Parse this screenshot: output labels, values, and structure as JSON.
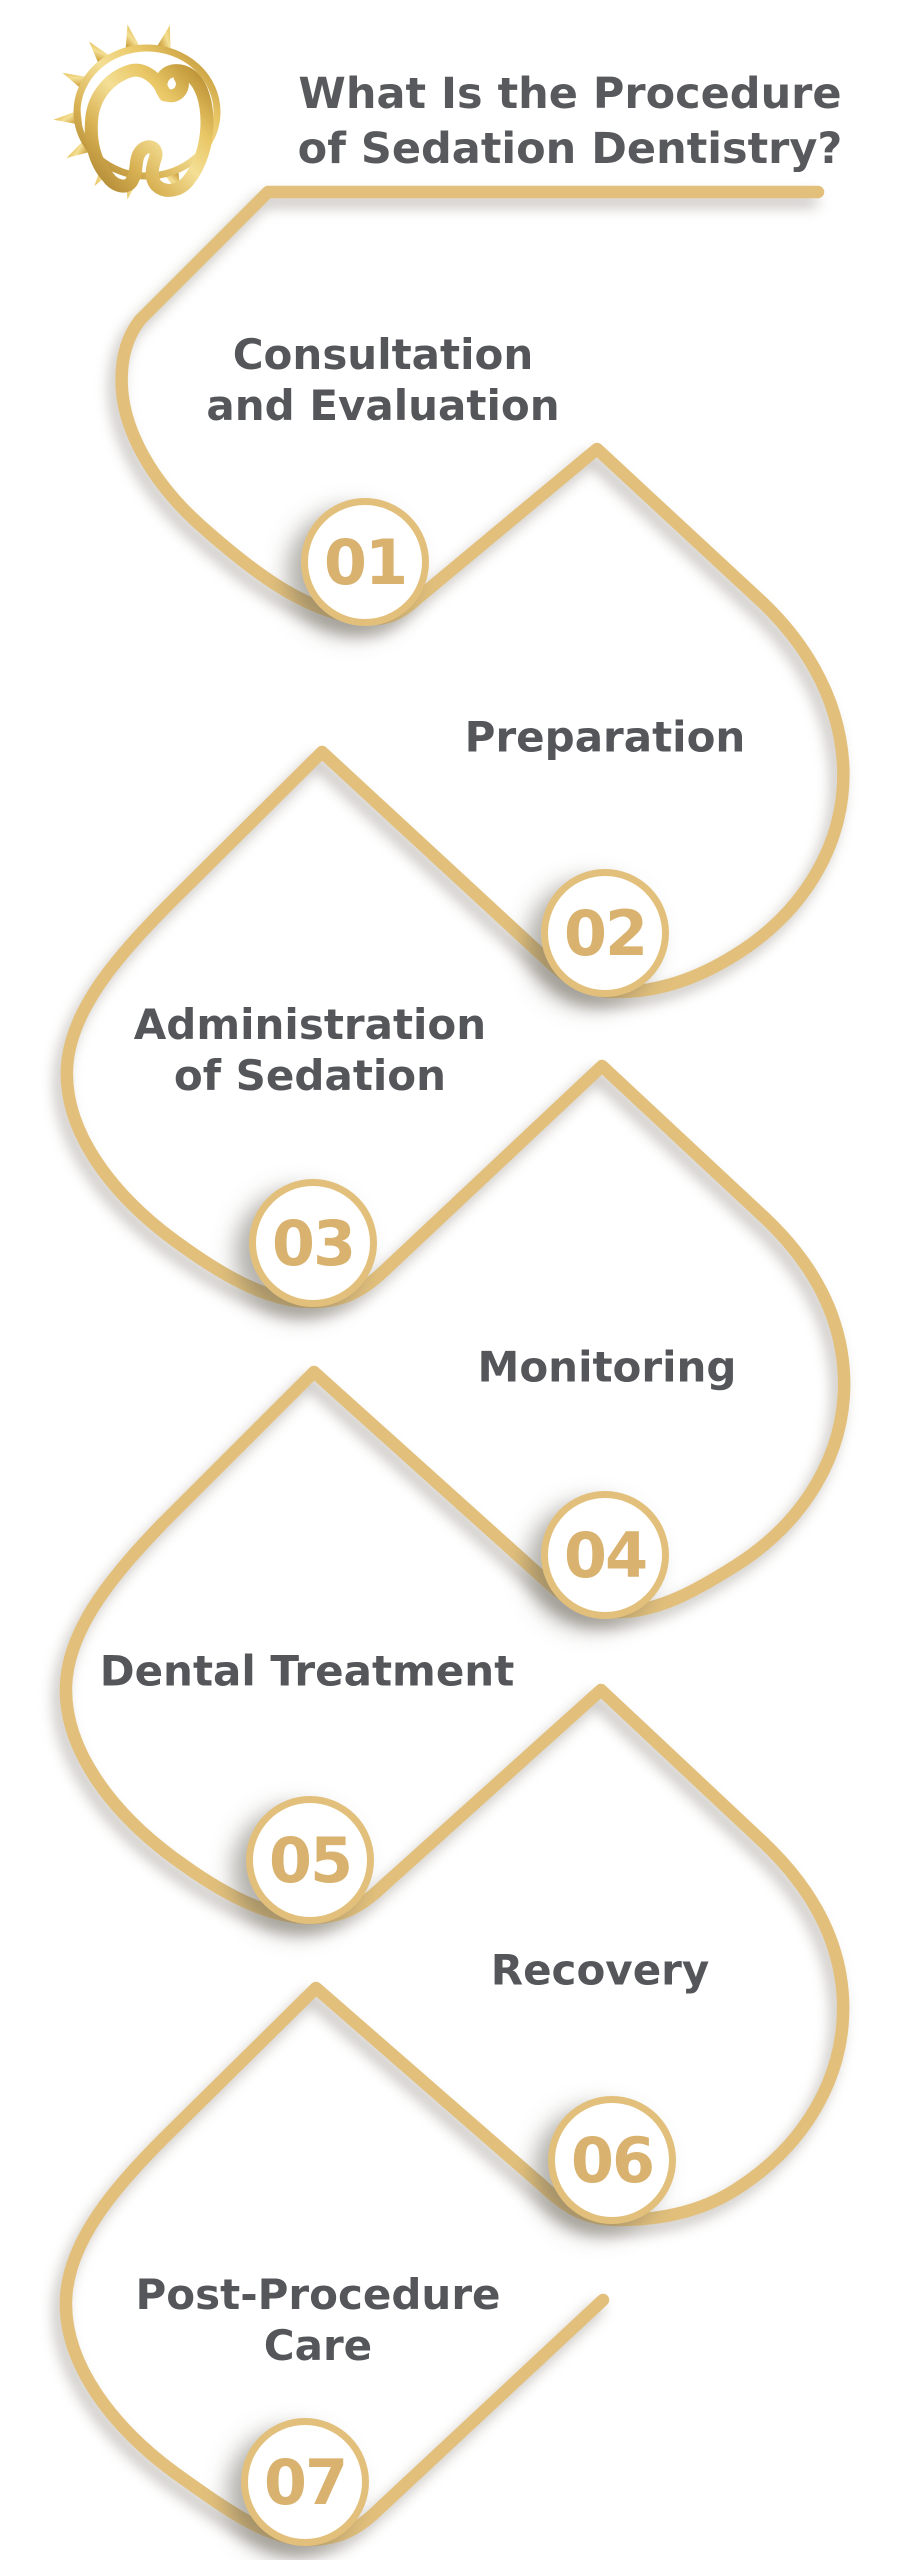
{
  "title": {
    "line1": "What Is the Procedure",
    "line2": "of Sedation Dentistry?"
  },
  "logo": {
    "name": "tooth-sun-logo"
  },
  "steps": [
    {
      "number": "01",
      "line1": "Consultation",
      "line2": "and Evaluation"
    },
    {
      "number": "02",
      "line1": "Preparation",
      "line2": ""
    },
    {
      "number": "03",
      "line1": "Administration",
      "line2": "of Sedation"
    },
    {
      "number": "04",
      "line1": "Monitoring",
      "line2": ""
    },
    {
      "number": "05",
      "line1": "Dental Treatment",
      "line2": ""
    },
    {
      "number": "06",
      "line1": "Recovery",
      "line2": ""
    },
    {
      "number": "07",
      "line1": "Post-Procedure",
      "line2": "Care"
    }
  ],
  "colors": {
    "gold": "#e2c07c",
    "gold-deep": "#d8b26e",
    "text-dark": "#55565a",
    "title-gray": "#58595c",
    "bg": "#ffffff"
  }
}
